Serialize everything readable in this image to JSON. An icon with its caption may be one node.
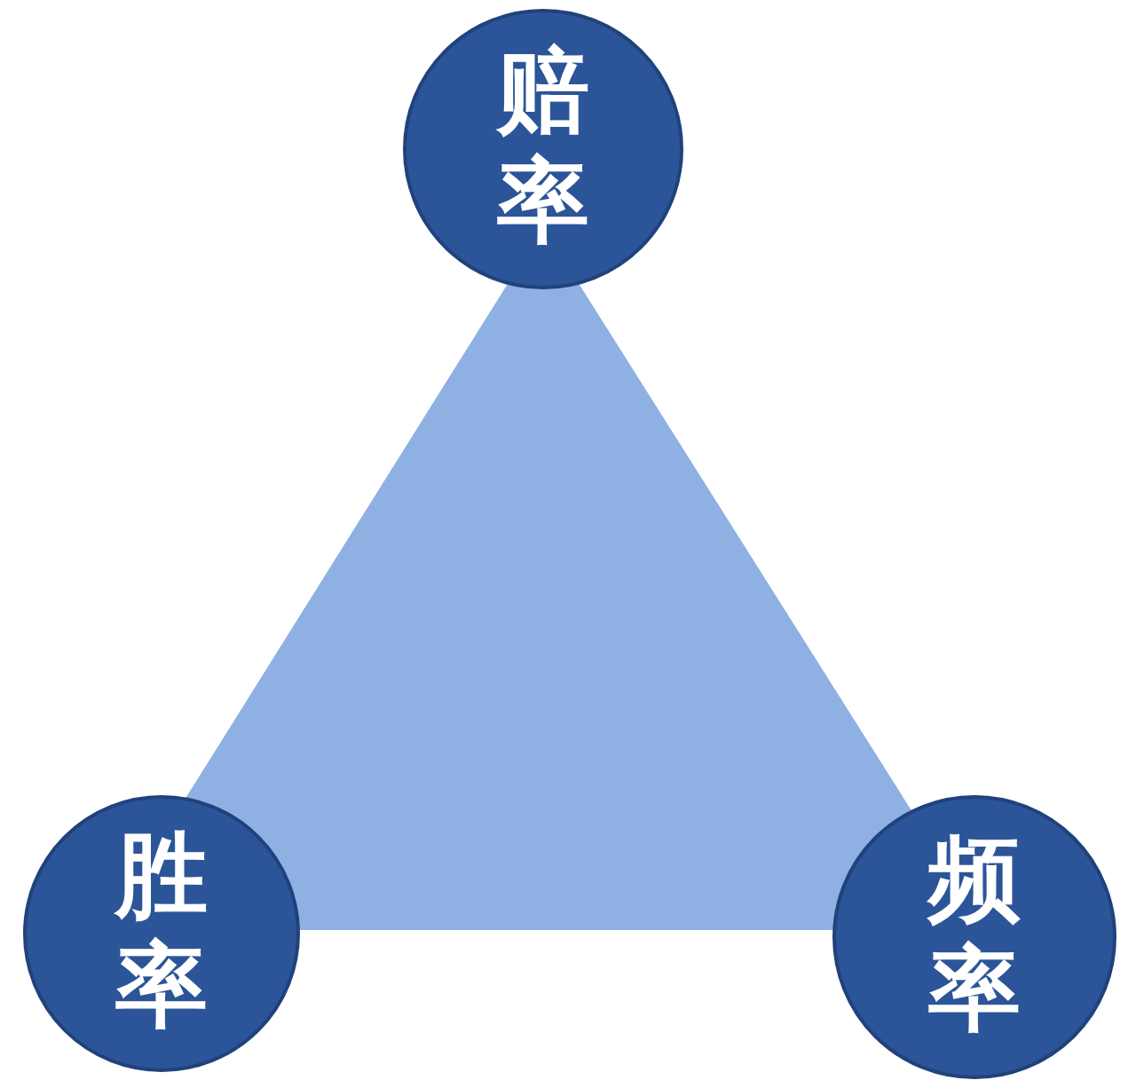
{
  "diagram": {
    "nodes": [
      {
        "text": [
          "赔率"
        ]
      },
      {
        "text": [
          "胜率"
        ]
      },
      {
        "text": [
          "频率"
        ]
      }
    ]
  }
}
